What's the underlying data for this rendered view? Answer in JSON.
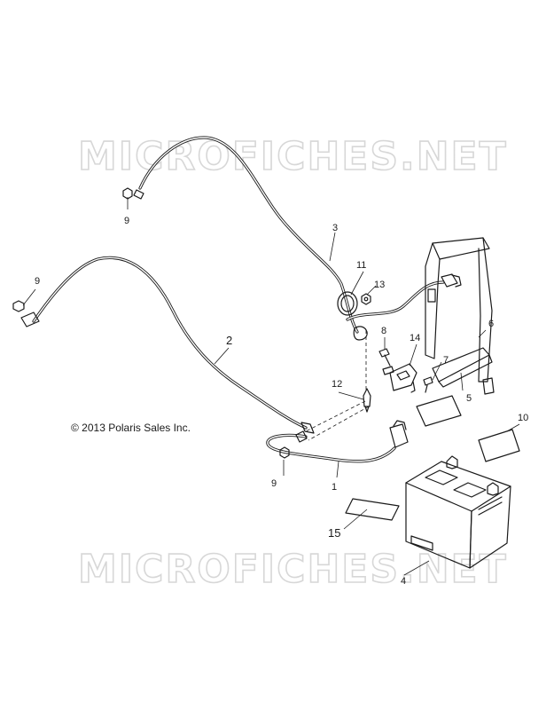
{
  "watermark": "MICROFICHES.NET",
  "copyright": "© 2013 Polaris Sales Inc.",
  "callouts": {
    "c1": "1",
    "c2": "2",
    "c3": "3",
    "c4": "4",
    "c5": "5",
    "c6": "6",
    "c7": "7",
    "c8": "8",
    "c9a": "9",
    "c9b": "9",
    "c9c": "9",
    "c10": "10",
    "c11": "11",
    "c12": "12",
    "c13": "13",
    "c14": "14",
    "c15": "15"
  }
}
